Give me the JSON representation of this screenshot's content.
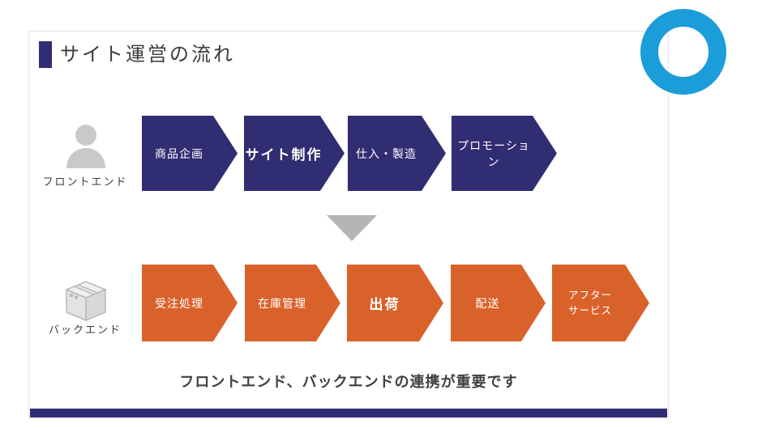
{
  "title": {
    "text": "サイト運営の流れ"
  },
  "colors": {
    "navy": "#312d72",
    "orange": "#d9622b",
    "ring_blue": "#1b9dd9",
    "icon_gray": "#c9c9cb",
    "triangle_gray": "#b5b5b5"
  },
  "icons": {
    "frontend": "person-icon",
    "backend": "box-icon",
    "separator": "triangle-down-icon",
    "corner": "blue-ring-icon"
  },
  "frontend": {
    "label": "フロントエンド",
    "steps": [
      {
        "label": "商品企画",
        "emphasis": false
      },
      {
        "label": "サイト制作",
        "emphasis": true
      },
      {
        "label": "仕入・製造",
        "emphasis": false
      },
      {
        "label": "プロモーション",
        "emphasis": false
      }
    ]
  },
  "backend": {
    "label": "バックエンド",
    "steps": [
      {
        "label": "受注処理",
        "emphasis": false
      },
      {
        "label": "在庫管理",
        "emphasis": false
      },
      {
        "label": "出荷",
        "emphasis": true
      },
      {
        "label": "配送",
        "emphasis": false
      },
      {
        "label": "アフターサービス",
        "emphasis": false
      }
    ]
  },
  "caption": "フロントエンド、バックエンドの連携が重要です"
}
